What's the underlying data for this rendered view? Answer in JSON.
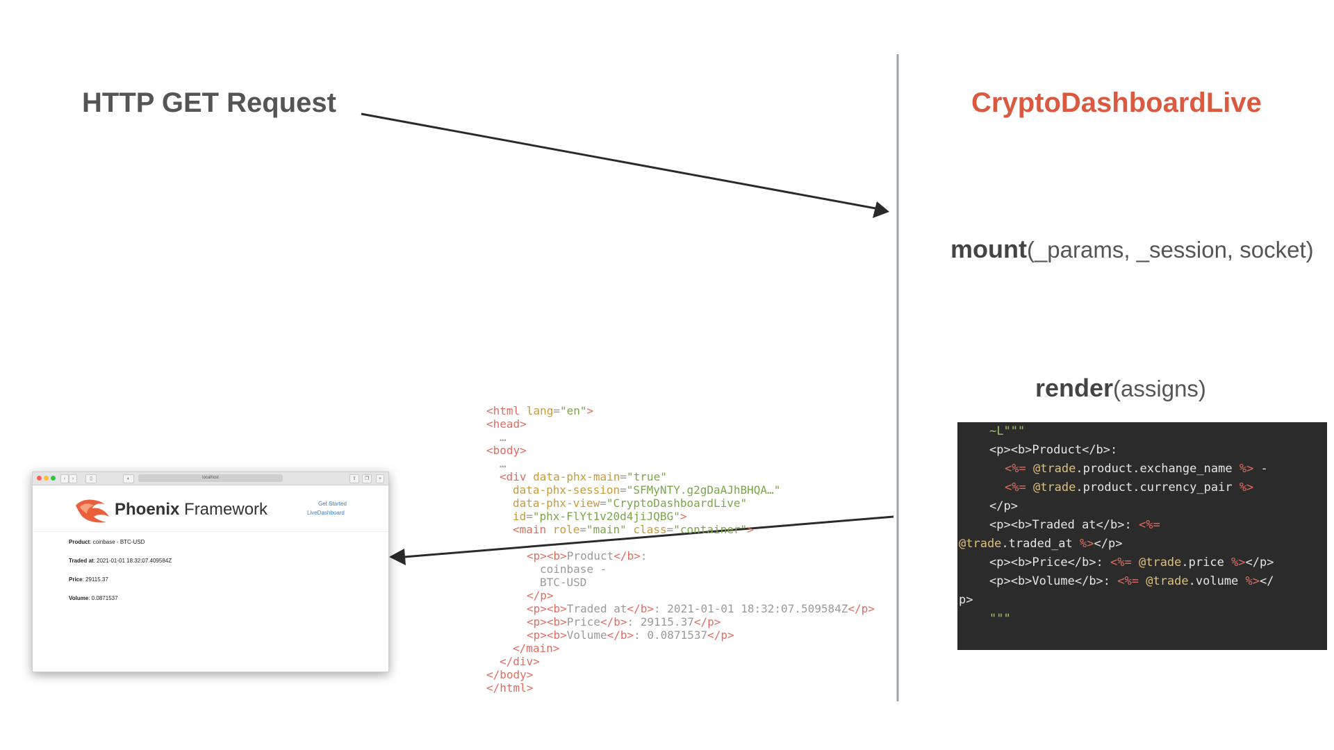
{
  "left_label": "HTTP GET Request",
  "right_title": "CryptoDashboardLive",
  "mount": {
    "name": "mount",
    "args": "(_params, _session, socket)"
  },
  "render": {
    "name": "render",
    "args": "(assigns)"
  },
  "template": {
    "open": "~L\"\"\"",
    "l1_open": "<p><b>",
    "l1_label": "Product",
    "l1_close": "</b>:",
    "l2_open": "<%=",
    "l2_at": "@trade",
    "l2_expr": ".product.exchange_name",
    "l2_close": "%>",
    "l2_dash": " -",
    "l3_open": "<%=",
    "l3_at": "@trade",
    "l3_expr": ".product.currency_pair",
    "l3_close": "%>",
    "l4": "</p>",
    "l5_open": "<p><b>",
    "l5_label": "Traded at",
    "l5_mid": "</b>: ",
    "l5_tag": "<%=",
    "l6_at": "@trade",
    "l6_expr": ".traded_at ",
    "l6_close": "%>",
    "l6_end": "</p>",
    "l7_open": "<p><b>",
    "l7_label": "Price",
    "l7_mid": "</b>: ",
    "l7_tag": "<%=",
    "l7_at": " @trade",
    "l7_expr": ".price ",
    "l7_close": "%>",
    "l7_end": "</p>",
    "l8_open": "<p><b>",
    "l8_label": "Volume",
    "l8_mid": "</b>: ",
    "l8_tag": "<%=",
    "l8_at": " @trade",
    "l8_expr": ".volume ",
    "l8_close": "%>",
    "l8_end": "</",
    "l9": "p>",
    "close": "\"\"\""
  },
  "html_output": {
    "html_open": "<html",
    "html_attr": " lang",
    "html_eq": "=",
    "html_val": "\"en\"",
    "html_gt": ">",
    "head": "<head>",
    "ellipsis1": "…",
    "body": "<body>",
    "ellipsis2": "…",
    "div_open": "<div",
    "div_attr": " data-phx-main",
    "div_eq": "=",
    "div_val": "\"true\"",
    "sess_attr": "data-phx-session",
    "sess_eq": "=",
    "sess_val": "\"SFMyNTY.g2gDaAJhBHQA…\"",
    "view_attr": "data-phx-view",
    "view_eq": "=",
    "view_val": "\"CryptoDashboardLive\"",
    "id_attr": "id",
    "id_eq": "=",
    "id_val": "\"phx-FlYt1v20d4jiJQBG\"",
    "id_gt": ">",
    "main_open": "<main",
    "main_attr": " role",
    "main_eq": "=",
    "main_val": "\"main\"",
    "main_class": " class",
    "main_eq2": "=",
    "main_val2": "\"container\"",
    "main_gt": ">",
    "p_open": "<p><b>",
    "product": "Product",
    "b_close": "</b>",
    "colon": ":",
    "product_val1": "coinbase -",
    "product_val2": "BTC-USD",
    "p_close": "</p>",
    "traded_open": "<p><b>",
    "traded": "Traded at",
    "traded_b": "</b>",
    "traded_val": ": 2021-01-01 18:32:07.509584Z",
    "traded_end": "</p>",
    "price_open": "<p><b>",
    "price": "Price",
    "price_b": "</b>",
    "price_val": ": 29115.37",
    "price_end": "</p>",
    "vol_open": "<p><b>",
    "volume": "Volume",
    "vol_b": "</b>",
    "vol_val": ": 0.0871537",
    "vol_end": "</p>",
    "main_end": "</main>",
    "div_end": "</div>",
    "body_end": "</body>",
    "html_end": "</html>"
  },
  "browser": {
    "url": "localhost",
    "brand_bold": "Phoenix",
    "brand_rest": " Framework",
    "nav_get_started": "Get Started",
    "nav_live_dashboard": "LiveDashboard",
    "product_label": "Product",
    "product_value": ": coinbase - BTC-USD",
    "traded_label": "Traded at",
    "traded_value": ": 2021-01-01 18:32:07.409584Z",
    "price_label": "Price",
    "price_value": ": 29115.37",
    "volume_label": "Volume",
    "volume_value": ": 0.0871537"
  },
  "colors": {
    "accent": "#d95a40",
    "arrow": "#2a2a2a",
    "divider": "#9aa3ad",
    "panel": "#2b2b2b"
  }
}
